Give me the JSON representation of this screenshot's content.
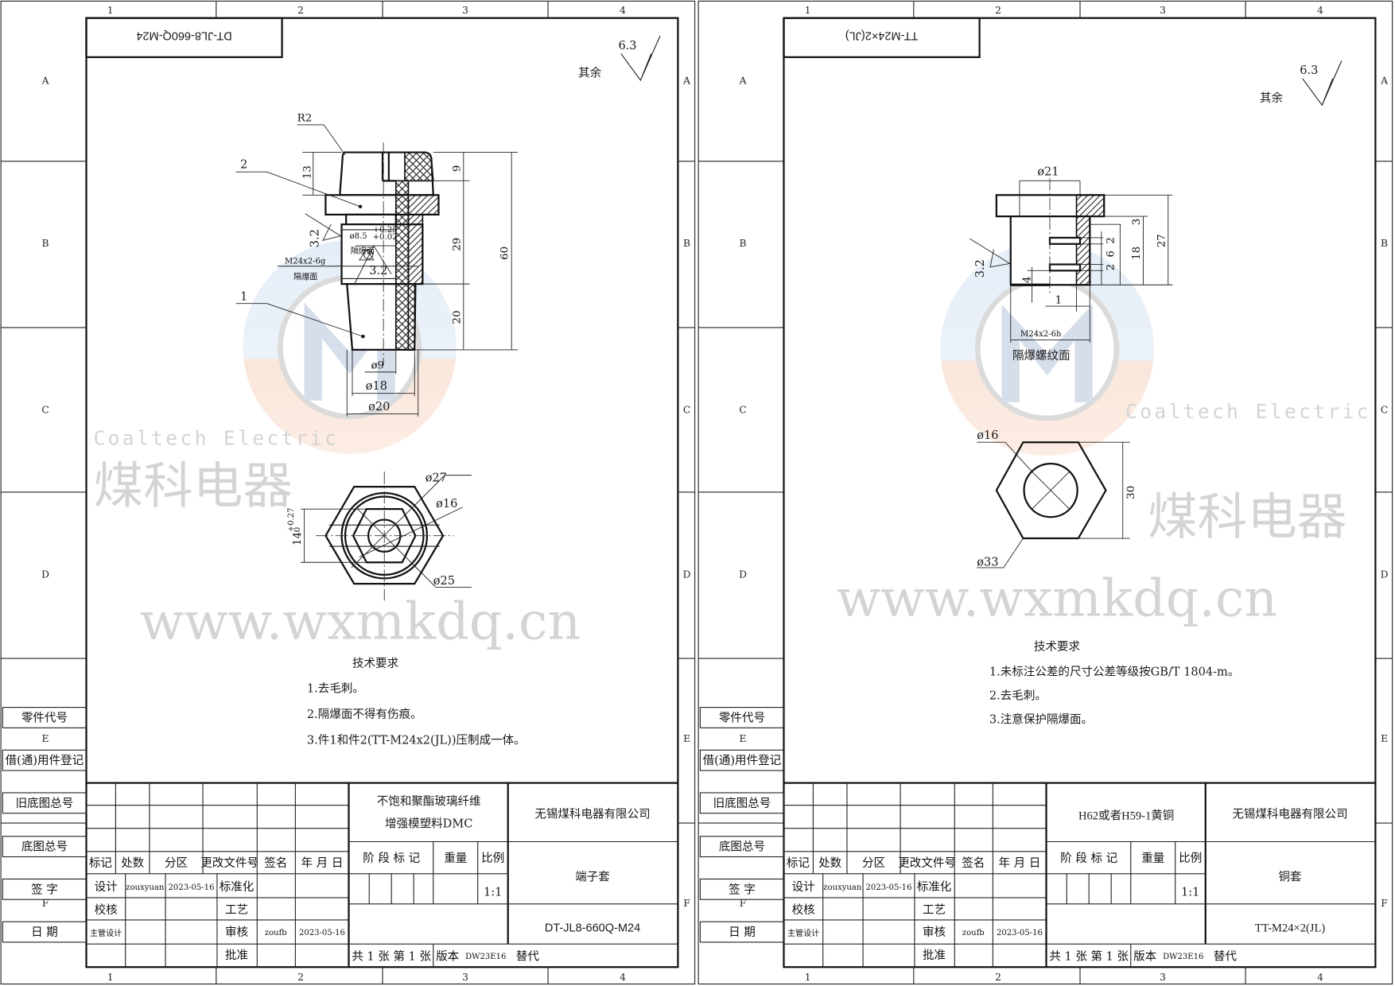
{
  "zones": {
    "columns": [
      "1",
      "2",
      "3",
      "4"
    ],
    "rows": [
      "A",
      "B",
      "C",
      "D",
      "E",
      "F"
    ]
  },
  "margin_labels": [
    "零件代号",
    "借(通)用件登记",
    "旧底图总号",
    "底图总号",
    "签 字",
    "日 期"
  ],
  "watermark": {
    "brand_cn": "煤科电器",
    "brand_en": "Coaltech Electric",
    "url": "www.wxmkdq.cn",
    "colors": {
      "top": "#dce8f5",
      "bottom": "#f9dfcf",
      "ring": "#c9c9c9"
    }
  },
  "revision": {
    "headers": [
      "标记",
      "处数",
      "分区",
      "更改文件号",
      "签名",
      "年 月 日"
    ],
    "design_label": "设计",
    "designer": "zouxyuan",
    "design_date": "2023-05-16",
    "standardization_label": "标准化",
    "check_label": "校核",
    "process_label": "工艺",
    "chief_label": "主管设计",
    "review_label": "审核",
    "reviewer": "zoufb",
    "review_date": "2023-05-16",
    "approve_label": "批准"
  },
  "sheets": [
    {
      "mirrored_code": "DT-JL8-660Q-M24",
      "roughness": {
        "rest_label": "其余",
        "value": "6.3"
      },
      "title_block": {
        "material_lines": [
          "不饱和聚酯玻璃纤维",
          "增强模塑料DMC"
        ],
        "company": "无锡煤科电器有限公司",
        "part_name": "端子套",
        "drawing_no": "DT-JL8-660Q-M24",
        "stage_label": "阶 段 标 记",
        "weight_label": "重量",
        "scale_label": "比例",
        "scale": "1:1",
        "sheet_count": "共 1 张  第 1 张",
        "version_label": "版本",
        "version": "DW23E16",
        "replaces_label": "替代"
      },
      "notes": {
        "title": "技术要求",
        "items": [
          "1.去毛刺。",
          "2.隔爆面不得有伤痕。",
          "3.件1和件2(TT-M24x2(JL))压制成一体。"
        ]
      },
      "dims": {
        "r2": "R2",
        "item2": "2",
        "item1": "1",
        "h13": "13",
        "rough32": "3.2",
        "bore": "ø8.5",
        "bore_tol_upper": "+0.25",
        "bore_tol_lower": "+0.02",
        "flame_face_small": "隔爆面",
        "thread": "M24x2-6g",
        "flame_face": "隔爆面",
        "rough32b": "3.2",
        "h9": "9",
        "h29": "29",
        "h20": "20",
        "h60": "60",
        "d9": "ø9",
        "d18": "ø18",
        "d20": "ø20",
        "d27": "ø27",
        "d16": "ø16",
        "d25": "ø25",
        "w14": "14",
        "w14_tol_upper": "+0.27",
        "w14_tol_lower": "0"
      }
    },
    {
      "mirrored_code": "TT-M24×2(JL)",
      "roughness": {
        "rest_label": "其余",
        "value": "6.3"
      },
      "title_block": {
        "material_lines": [
          "H62或者H59-1黄铜"
        ],
        "company": "无锡煤科电器有限公司",
        "part_name": "铜套",
        "drawing_no": "TT-M24×2(JL)",
        "stage_label": "阶 段 标 记",
        "weight_label": "重量",
        "scale_label": "比例",
        "scale": "1:1",
        "sheet_count": "共 1 张  第 1 张",
        "version_label": "版本",
        "version": "DW23E16",
        "replaces_label": "替代"
      },
      "notes": {
        "title": "技术要求",
        "items": [
          "1.未标注公差的尺寸公差等级按GB/T 1804-m。",
          "2.去毛刺。",
          "3.注意保护隔爆面。"
        ]
      },
      "dims": {
        "d21": "ø21",
        "h3": "3",
        "h27": "27",
        "h18": "18",
        "h2a": "2",
        "h6": "6",
        "h2b": "2",
        "h4": "4",
        "w1": "1",
        "rough32": "3.2",
        "thread": "M24x2-6h",
        "flame_face": "隔爆螺纹面",
        "d16": "ø16",
        "w30": "30",
        "d33": "ø33"
      }
    }
  ]
}
